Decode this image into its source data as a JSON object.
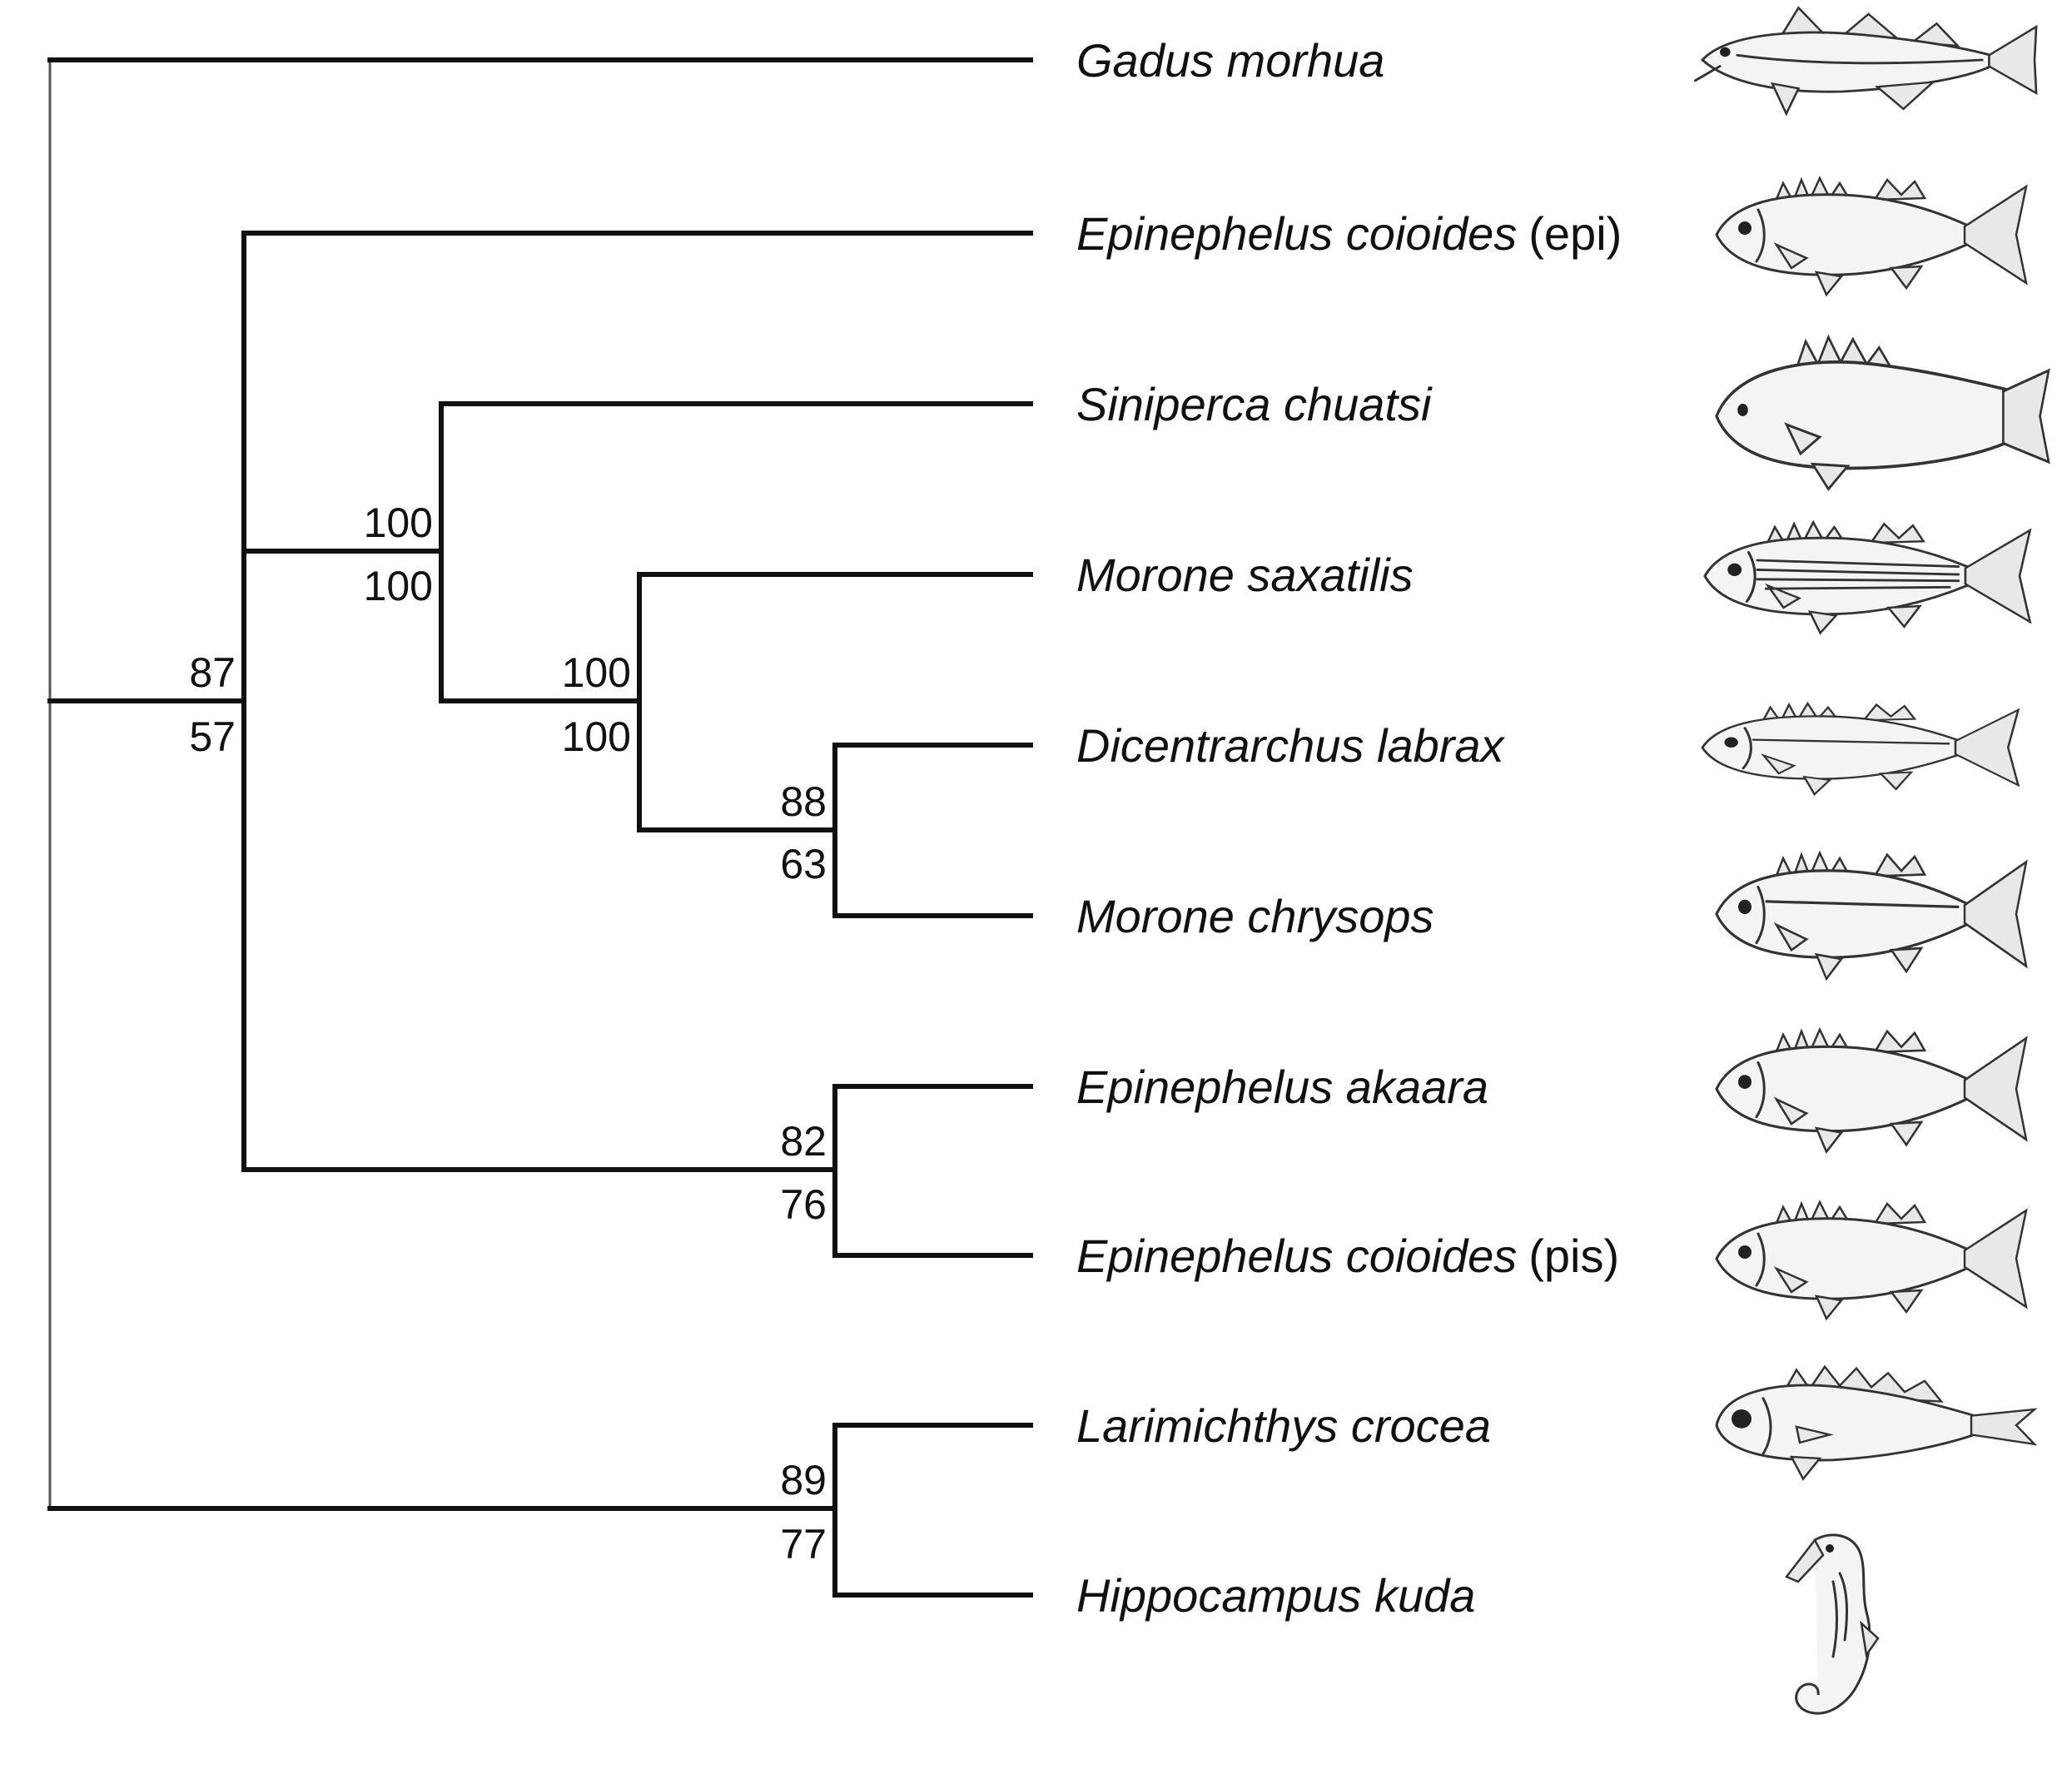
{
  "taxa": [
    {
      "genus_species": "Gadus morhua",
      "suffix": ""
    },
    {
      "genus_species": "Epinephelus coioides",
      "suffix": "(epi)"
    },
    {
      "genus_species": "Siniperca chuatsi",
      "suffix": ""
    },
    {
      "genus_species": "Morone saxatilis",
      "suffix": ""
    },
    {
      "genus_species": "Dicentrarchus labrax",
      "suffix": ""
    },
    {
      "genus_species": "Morone chrysops",
      "suffix": ""
    },
    {
      "genus_species": "Epinephelus akaara",
      "suffix": ""
    },
    {
      "genus_species": "Epinephelus coioides",
      "suffix": "(pis)"
    },
    {
      "genus_species": "Larimichthys crocea",
      "suffix": ""
    },
    {
      "genus_species": "Hippocampus kuda",
      "suffix": ""
    }
  ],
  "support_values": [
    {
      "node": "A",
      "upper": "87",
      "lower": "57"
    },
    {
      "node": "B",
      "upper": "100",
      "lower": "100"
    },
    {
      "node": "C",
      "upper": "100",
      "lower": "100"
    },
    {
      "node": "D",
      "upper": "88",
      "lower": "63"
    },
    {
      "node": "E",
      "upper": "82",
      "lower": "76"
    },
    {
      "node": "F",
      "upper": "89",
      "lower": "77"
    }
  ],
  "illustrations": [
    "cod-illustration",
    "grouper-illustration",
    "mandarin-fish-illustration",
    "striped-bass-illustration",
    "sea-bass-illustration",
    "white-bass-illustration",
    "grouper-illustration",
    "grouper-illustration",
    "croaker-illustration",
    "seahorse-illustration"
  ]
}
